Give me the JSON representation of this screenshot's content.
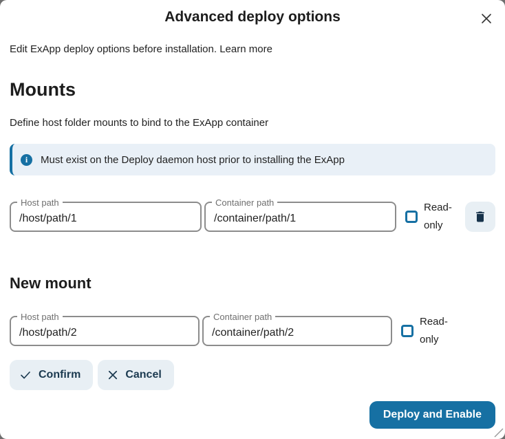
{
  "dialog": {
    "title": "Advanced deploy options",
    "subtitle": "Edit ExApp deploy options before installation.",
    "learn_more": "Learn more"
  },
  "mounts": {
    "heading": "Mounts",
    "description": "Define host folder mounts to bind to the ExApp container",
    "notice": "Must exist on the Deploy daemon host prior to installing the ExApp",
    "readonly_label": "Read-only",
    "rows": [
      {
        "host_path": {
          "label": "Host path",
          "value": "/host/path/1"
        },
        "container_path": {
          "label": "Container path",
          "value": "/container/path/1"
        },
        "readonly_checked": false
      }
    ]
  },
  "new_mount": {
    "heading": "New mount",
    "host_path": {
      "label": "Host path",
      "value": "/host/path/2"
    },
    "container_path": {
      "label": "Container path",
      "value": "/container/path/2"
    },
    "readonly_checked": false,
    "confirm_label": "Confirm",
    "cancel_label": "Cancel"
  },
  "footer": {
    "deploy_label": "Deploy and Enable"
  },
  "icons": {
    "close": "close-icon",
    "info": "info-icon",
    "trash": "trash-icon",
    "confirm": "check-icon",
    "cancel": "x-icon",
    "info_glyph": "i"
  },
  "colors": {
    "primary": "#1670a3",
    "primary_text": "#ffffff",
    "secondary_button_bg": "#e8eff4",
    "secondary_button_text": "#1b3a50",
    "notice_bg": "#e9f0f7",
    "field_border": "#8c8c8c",
    "label_gray": "#6f6f6f",
    "backdrop": "#6e6e6e"
  }
}
